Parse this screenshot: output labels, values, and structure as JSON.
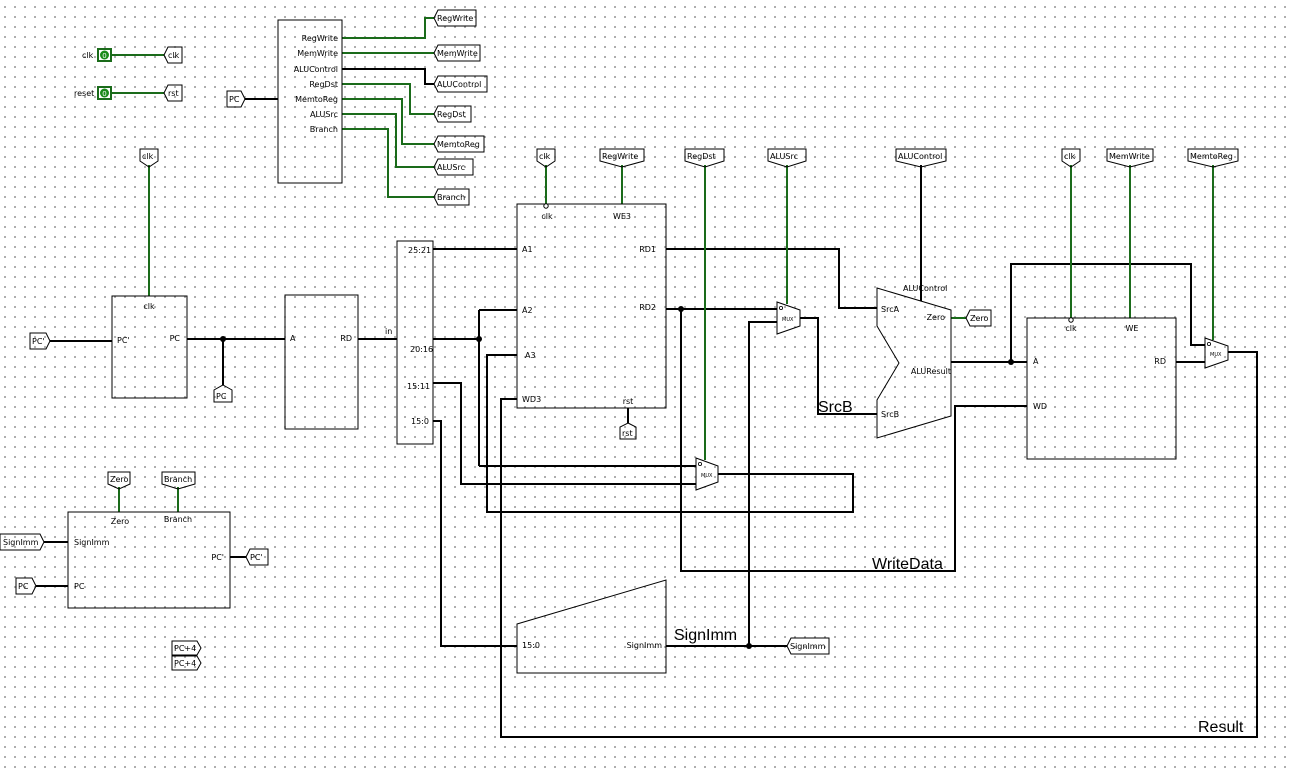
{
  "inputs": {
    "clk": {
      "name": "clk",
      "value": "0",
      "tunnel": "clk"
    },
    "reset": {
      "name": "reset",
      "value": "0",
      "tunnel": "rst"
    }
  },
  "control": {
    "input_tunnel": "PC",
    "outputs": [
      "RegWrite",
      "MemWrite",
      "ALUControl",
      "RegDst",
      "MemtoReg",
      "ALUSrc",
      "Branch"
    ],
    "tunnels": [
      "RegWrite",
      "MemWrite",
      "ALUControl",
      "RegDst",
      "MemtoReg",
      "ALUSrc",
      "Branch"
    ]
  },
  "pc_register": {
    "clk_tunnel": "clk",
    "clk": "clk",
    "input": "PC'",
    "output": "PC",
    "input_tunnel": "PC'",
    "output_tunnel": "PC"
  },
  "imem": {
    "a": "A",
    "rd": "RD"
  },
  "splitter": {
    "in": "in",
    "fields": [
      "25:21",
      "20:16",
      "15:11",
      "15:0"
    ]
  },
  "regfile": {
    "tunnels": {
      "clk": "clk",
      "we": "RegWrite",
      "rst": "rst"
    },
    "pins": {
      "clk": "clk",
      "we3": "WE3",
      "a1": "A1",
      "a2": "A2",
      "a3": "A3",
      "wd3": "WD3",
      "rd1": "RD1",
      "rd2": "RD2",
      "rst": "rst"
    }
  },
  "top_tunnels": {
    "regdst": "RegDst",
    "alusrc": "ALUSrc",
    "alucontrol": "ALUControl",
    "clk2": "clk",
    "memwrite": "MemWrite",
    "memtoreg": "MemtoReg"
  },
  "mux_label": "MUX",
  "alu": {
    "alucontrol": "ALUControl",
    "srca": "SrcA",
    "srcb": "SrcB",
    "zero": "Zero",
    "result": "ALUResult",
    "zero_tunnel": "Zero"
  },
  "dmem": {
    "clk": "clk",
    "we": "WE",
    "a": "A",
    "wd": "WD",
    "rd": "RD"
  },
  "signext": {
    "in": "15:0",
    "out": "SignImm",
    "out_tunnel": "SignImm"
  },
  "pclogic": {
    "tunnels": {
      "zero": "Zero",
      "branch": "Branch",
      "signimm": "SignImm",
      "pc": "PC",
      "pcnext": "PC'"
    },
    "pins": {
      "zero": "Zero",
      "branch": "Branch",
      "signimm": "SignImm",
      "pc": "PC",
      "pcnext": "PC'"
    }
  },
  "pcplus4": [
    "PC+4",
    "PC+4"
  ],
  "wire_labels": {
    "srcb": "SrcB",
    "writedata": "WriteData",
    "signimm": "SignImm",
    "result": "Result"
  }
}
